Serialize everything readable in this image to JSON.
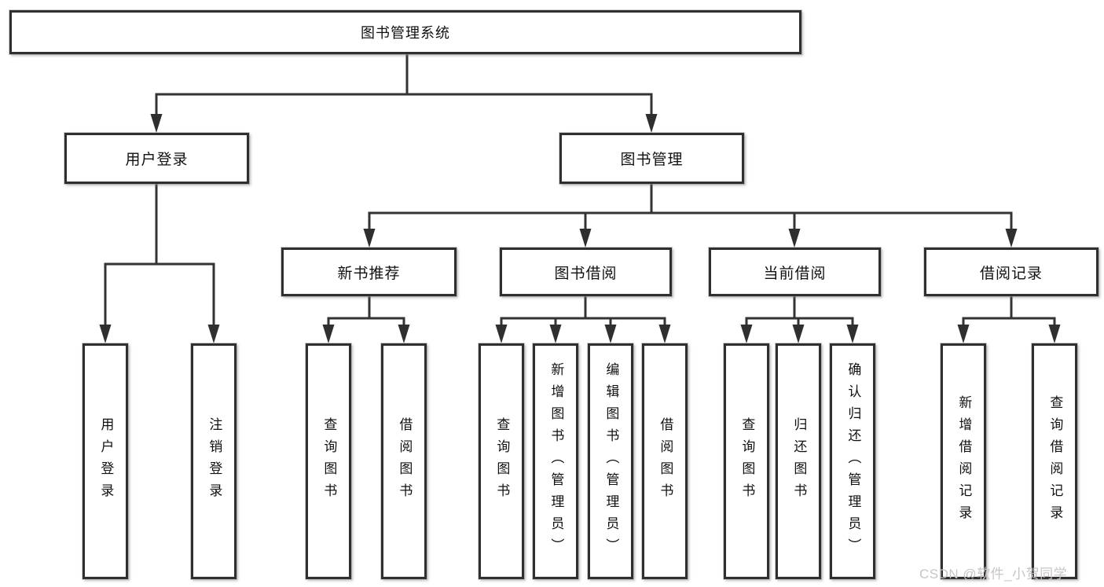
{
  "diagram": {
    "root": {
      "label": "图书管理系统"
    },
    "level1": [
      {
        "label": "用户登录"
      },
      {
        "label": "图书管理"
      }
    ],
    "level2": [
      {
        "label": "新书推荐"
      },
      {
        "label": "图书借阅"
      },
      {
        "label": "当前借阅"
      },
      {
        "label": "借阅记录"
      }
    ],
    "leaves": {
      "user_login": [
        {
          "label": "用户登录"
        },
        {
          "label": "注销登录"
        }
      ],
      "new_book_recommend": [
        {
          "label": "查询图书"
        },
        {
          "label": "借阅图书"
        }
      ],
      "book_borrow": [
        {
          "label": "查询图书"
        },
        {
          "label": "新增图书（管理员）"
        },
        {
          "label": "编辑图书（管理员）"
        },
        {
          "label": "借阅图书"
        }
      ],
      "current_borrow": [
        {
          "label": "查询图书"
        },
        {
          "label": "归还图书"
        },
        {
          "label": "确认归还（管理员）"
        }
      ],
      "borrow_records": [
        {
          "label": "新增借阅记录"
        },
        {
          "label": "查询借阅记录"
        }
      ]
    },
    "watermark": "CSDN @软件_小贺同学",
    "colors": {
      "line": "#333333",
      "border": "#2f2f2f",
      "text": "#111111",
      "watermark": "#c9c4c4",
      "background": "#ffffff"
    }
  }
}
